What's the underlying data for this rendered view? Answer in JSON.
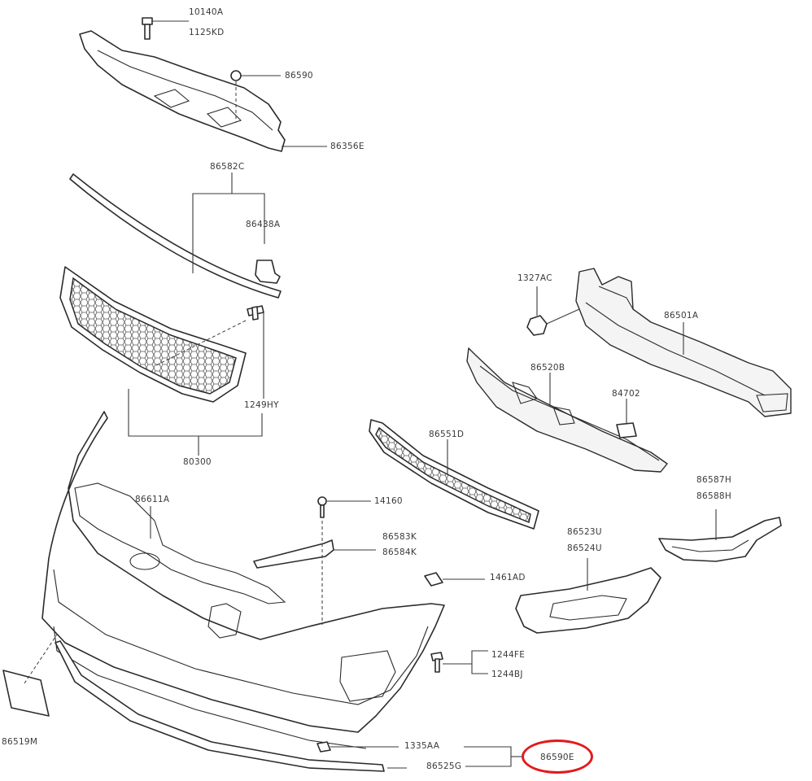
{
  "diagram": {
    "part_numbers": [
      {
        "id": "p01",
        "text": "10140A"
      },
      {
        "id": "p02",
        "text": "1125KD"
      },
      {
        "id": "p03",
        "text": "86590"
      },
      {
        "id": "p04",
        "text": "86356E"
      },
      {
        "id": "p05",
        "text": "86582C"
      },
      {
        "id": "p06",
        "text": "86438A"
      },
      {
        "id": "p07",
        "text": "1249HY"
      },
      {
        "id": "p08",
        "text": "80300"
      },
      {
        "id": "p09",
        "text": "1327AC"
      },
      {
        "id": "p10",
        "text": "86501A"
      },
      {
        "id": "p11",
        "text": "86520B"
      },
      {
        "id": "p12",
        "text": "84702"
      },
      {
        "id": "p13",
        "text": "86551D"
      },
      {
        "id": "p14",
        "text": "86611A"
      },
      {
        "id": "p15",
        "text": "14160"
      },
      {
        "id": "p16",
        "text": "86583K"
      },
      {
        "id": "p17",
        "text": "86584K"
      },
      {
        "id": "p18",
        "text": "86587H"
      },
      {
        "id": "p19",
        "text": "86588H"
      },
      {
        "id": "p20",
        "text": "86523U"
      },
      {
        "id": "p21",
        "text": "86524U"
      },
      {
        "id": "p22",
        "text": "1461AD"
      },
      {
        "id": "p23",
        "text": "1244FE"
      },
      {
        "id": "p24",
        "text": "1244BJ"
      },
      {
        "id": "p25",
        "text": "86519M"
      },
      {
        "id": "p26",
        "text": "1335AA"
      },
      {
        "id": "p27",
        "text": "86525G"
      },
      {
        "id": "p28",
        "text": "86590E"
      }
    ],
    "highlighted_part": "86590E",
    "highlight_color": "#e3181c",
    "line_color": "#2b2b2b"
  }
}
